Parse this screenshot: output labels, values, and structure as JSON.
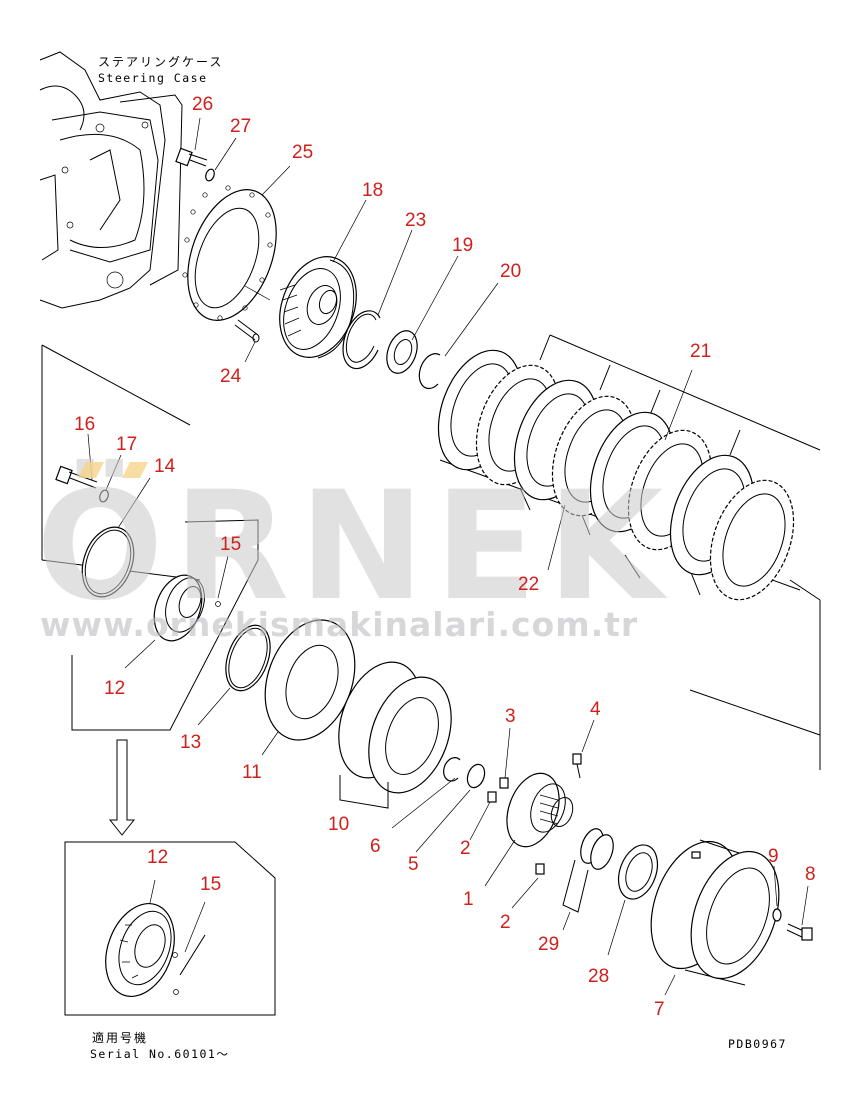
{
  "header": {
    "steering_case_jp": "ステアリングケース",
    "steering_case_en": "Steering Case"
  },
  "footer": {
    "applicable_jp": "適用号機",
    "serial": "Serial No.60101～",
    "drawing_code": "PDB0967"
  },
  "watermark": {
    "brand": "ÖRNEK",
    "url": "www.ornekismakinalari.com.tr"
  },
  "callouts": [
    {
      "id": "c26",
      "label": "26"
    },
    {
      "id": "c27",
      "label": "27"
    },
    {
      "id": "c25",
      "label": "25"
    },
    {
      "id": "c18",
      "label": "18"
    },
    {
      "id": "c23",
      "label": "23"
    },
    {
      "id": "c19",
      "label": "19"
    },
    {
      "id": "c20",
      "label": "20"
    },
    {
      "id": "c24",
      "label": "24"
    },
    {
      "id": "c21",
      "label": "21"
    },
    {
      "id": "c16",
      "label": "16"
    },
    {
      "id": "c17",
      "label": "17"
    },
    {
      "id": "c14",
      "label": "14"
    },
    {
      "id": "c15a",
      "label": "15"
    },
    {
      "id": "c22",
      "label": "22"
    },
    {
      "id": "c12a",
      "label": "12"
    },
    {
      "id": "c13",
      "label": "13"
    },
    {
      "id": "c11",
      "label": "11"
    },
    {
      "id": "c3",
      "label": "3"
    },
    {
      "id": "c4",
      "label": "4"
    },
    {
      "id": "c10",
      "label": "10"
    },
    {
      "id": "c6",
      "label": "6"
    },
    {
      "id": "c5",
      "label": "5"
    },
    {
      "id": "c2a",
      "label": "2"
    },
    {
      "id": "c1",
      "label": "1"
    },
    {
      "id": "c2b",
      "label": "2"
    },
    {
      "id": "c9",
      "label": "9"
    },
    {
      "id": "c8",
      "label": "8"
    },
    {
      "id": "c29",
      "label": "29"
    },
    {
      "id": "c28",
      "label": "28"
    },
    {
      "id": "c7",
      "label": "7"
    },
    {
      "id": "c12b",
      "label": "12"
    },
    {
      "id": "c15b",
      "label": "15"
    }
  ]
}
